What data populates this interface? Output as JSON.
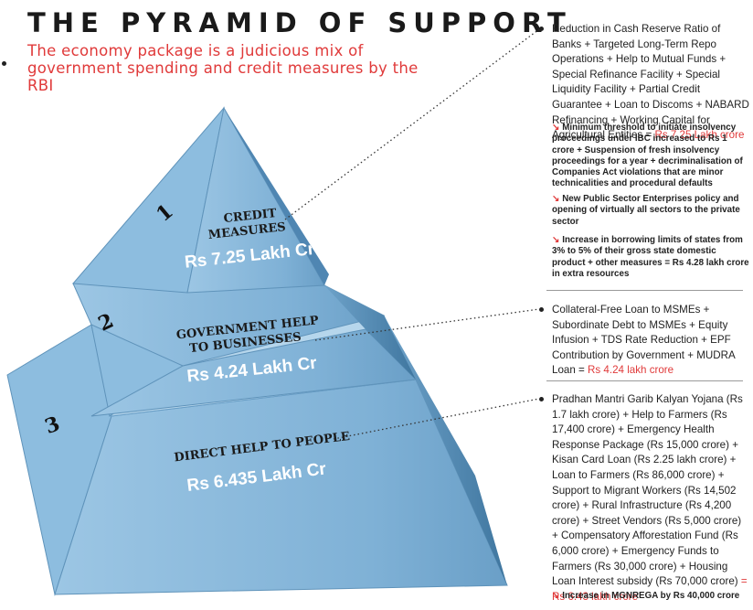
{
  "header": {
    "title": "THE PYRAMID OF SUPPORT",
    "subtitle": "The economy package is a judicious mix of government spending and credit measures by the RBI"
  },
  "tiers": [
    {
      "number": "1",
      "title_line1": "CREDIT",
      "title_line2": "MEASURES",
      "value": "Rs 7.25 Lakh Cr"
    },
    {
      "number": "2",
      "title_line1": "GOVERNMENT HELP",
      "title_line2": "TO BUSINESSES",
      "value": "Rs 4.24 Lakh Cr"
    },
    {
      "number": "3",
      "title_line1": "DIRECT HELP TO PEOPLE",
      "value": "Rs 6.435 Lakh Cr"
    }
  ],
  "notes": {
    "credit": {
      "text": "Reduction in Cash Reserve Ratio of Banks + Targeted Long-Term Repo Operations + Help to Mutual Funds + Special Refinance Facility + Special Liquidity Facility + Partial Credit Guarantee + Loan to Discoms + NABARD Refinancing + Working Capital for Agricultural Entities =",
      "total": "Rs 7.25 Lakh crore"
    },
    "sub_points": [
      "Minimum threshold to initiate insolvency proceedings under IBC increased to Rs 1 crore + Suspension of fresh insolvency proceedings for a year  + decriminalisation of Companies Act violations that are minor technicalities and procedural defaults",
      "New Public Sector Enterprises policy and opening of virtually all sectors to the private sector",
      "Increase in borrowing limits of states from 3% to 5% of their gross state domestic product + other measures = Rs 4.28 lakh crore in extra resources"
    ],
    "business": {
      "text": "Collateral-Free Loan to MSMEs + Subordinate Debt to MSMEs + Equity Infusion + TDS Rate Reduction + EPF Contribution by Government + MUDRA Loan =",
      "total": "Rs 4.24 lakh crore"
    },
    "people": {
      "text": "Pradhan Mantri Garib Kalyan Yojana (Rs 1.7 lakh crore) + Help to Farmers (Rs 17,400 crore) + Emergency Health Response Package (Rs 15,000 crore) + Kisan Card Loan (Rs 2.25 lakh crore) + Loan to Farmers (Rs 86,000 crore) + Support to Migrant Workers (Rs 14,502 crore) + Rural Infrastructure (Rs 4,200 crore) + Street Vendors (Rs 5,000 crore) + Compensatory Afforestation Fund (Rs 6,000 crore) + Emergency Funds to Farmers (Rs 30,000 crore) + Housing Loan Interest subsidy (Rs 70,000 crore)",
      "total": "= Rs 6.43 lakh crore"
    },
    "mgnrega": "Increase in MGNREGA by Rs 40,000 crore"
  },
  "colors": {
    "accent_red": "#e03a3a",
    "pyramid_front": "#7fb1d6",
    "pyramid_side": "#4f86b2",
    "pyramid_top": "#b6d6ec"
  }
}
